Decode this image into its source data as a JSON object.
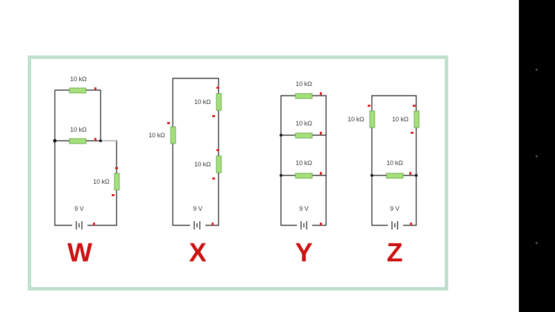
{
  "circuits": [
    {
      "name": "W",
      "battery": "9 V",
      "resistors": [
        "10 kΩ",
        "10 kΩ",
        "10 kΩ"
      ]
    },
    {
      "name": "X",
      "battery": "9 V",
      "resistors": [
        "10 kΩ",
        "10 kΩ",
        "10 kΩ"
      ]
    },
    {
      "name": "Y",
      "battery": "9 V",
      "resistors": [
        "10 kΩ",
        "10 kΩ",
        "10 kΩ"
      ]
    },
    {
      "name": "Z",
      "battery": "9 V",
      "resistors": [
        "10 kΩ",
        "10 kΩ",
        "10 kΩ"
      ]
    }
  ],
  "colors": {
    "frame": "#bfe0cc",
    "label": "#cc1111",
    "resistor": "#a6e07a"
  }
}
